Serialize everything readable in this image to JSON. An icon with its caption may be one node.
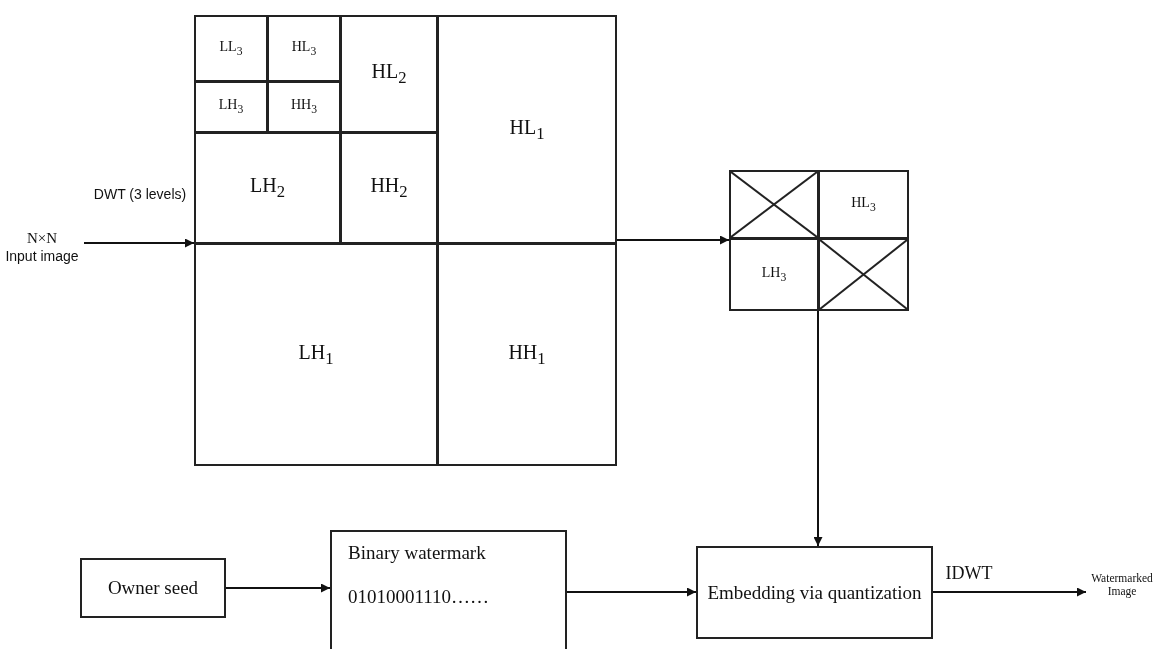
{
  "diagram": {
    "nodes": [
      {
        "text": [
          "N×N",
          "Input image"
        ]
      },
      {
        "text": [],
        "shape": "box"
      },
      {
        "text": [
          "LL$_{3}$"
        ],
        "in": 1
      },
      {
        "text": [
          "HL$_{3}$"
        ],
        "in": 1
      },
      {
        "text": [
          "HL$_{2}$"
        ],
        "in": 1
      },
      {
        "text": [
          "HL$_{1}$"
        ],
        "in": 1
      },
      {
        "text": [
          "LH$_{3}$"
        ],
        "in": 1
      },
      {
        "text": [
          "HH$_{3}$"
        ],
        "in": 1
      },
      {
        "text": [
          "LH$_{2}$"
        ],
        "in": 1
      },
      {
        "text": [
          "HH$_{2}$"
        ],
        "in": 1
      },
      {
        "text": [
          "LH$_{1}$"
        ],
        "in": 1
      },
      {
        "text": [
          "HH$_{1}$"
        ],
        "in": 1
      },
      {
        "text": [],
        "shape": "box"
      },
      {
        "text": [],
        "shape": "box",
        "in": 12
      },
      {
        "text": [
          "HL$_{3}$"
        ],
        "in": 12
      },
      {
        "text": [
          "LH$_{3}$"
        ],
        "in": 12
      },
      {
        "text": [],
        "shape": "box",
        "in": 12
      },
      {
        "text": [
          "Owner seed"
        ]
      },
      {
        "text": [
          "Binary watermark",
          "01010001110……"
        ]
      },
      {
        "text": [
          "Embedding via quantization"
        ]
      },
      {
        "text": [
          "Watermarked Image"
        ]
      }
    ],
    "edges": [
      {
        "from": 0,
        "to": 1,
        "arrow": "to",
        "label": "DWT (3 levels)"
      },
      {
        "from": 1,
        "to": 12,
        "arrow": "to"
      },
      {
        "from": 12,
        "to": 19,
        "arrow": "to"
      },
      {
        "from": 17,
        "to": 18,
        "arrow": "to"
      },
      {
        "from": 18,
        "to": 19,
        "arrow": "to"
      },
      {
        "from": 19,
        "to": 20,
        "arrow": "to",
        "label": "IDWT"
      }
    ]
  }
}
